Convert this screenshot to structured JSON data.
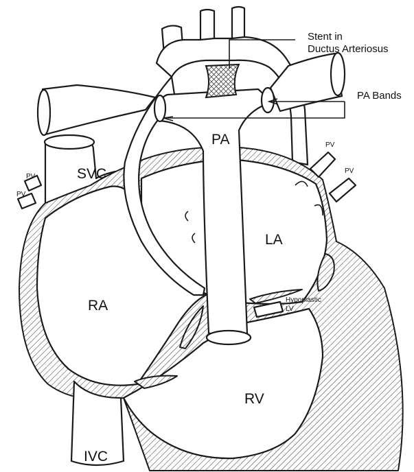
{
  "labels": {
    "stent": [
      "Stent in",
      "Ductus Arteriosus"
    ],
    "pa_bands": "PA Bands",
    "pa": "PA",
    "svc": "SVC",
    "ivc": "IVC",
    "ra": "RA",
    "la": "LA",
    "rv": "RV",
    "hypoplastic_lv": [
      "Hypoplastic",
      "LV"
    ],
    "pv": "PV"
  },
  "colors": {
    "ink": "#1a1a1a",
    "background": "#ffffff"
  }
}
